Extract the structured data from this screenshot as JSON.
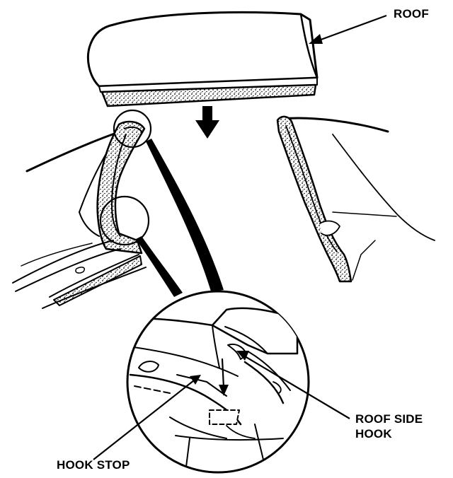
{
  "labels": {
    "roof": "ROOF",
    "roof_side_hook_line1": "ROOF SIDE",
    "roof_side_hook_line2": "HOOK",
    "hook_stop": "HOOK STOP"
  },
  "colors": {
    "ink": "#000000",
    "paper": "#ffffff"
  },
  "icons": {
    "direction_arrow": "arrow-down-icon"
  }
}
